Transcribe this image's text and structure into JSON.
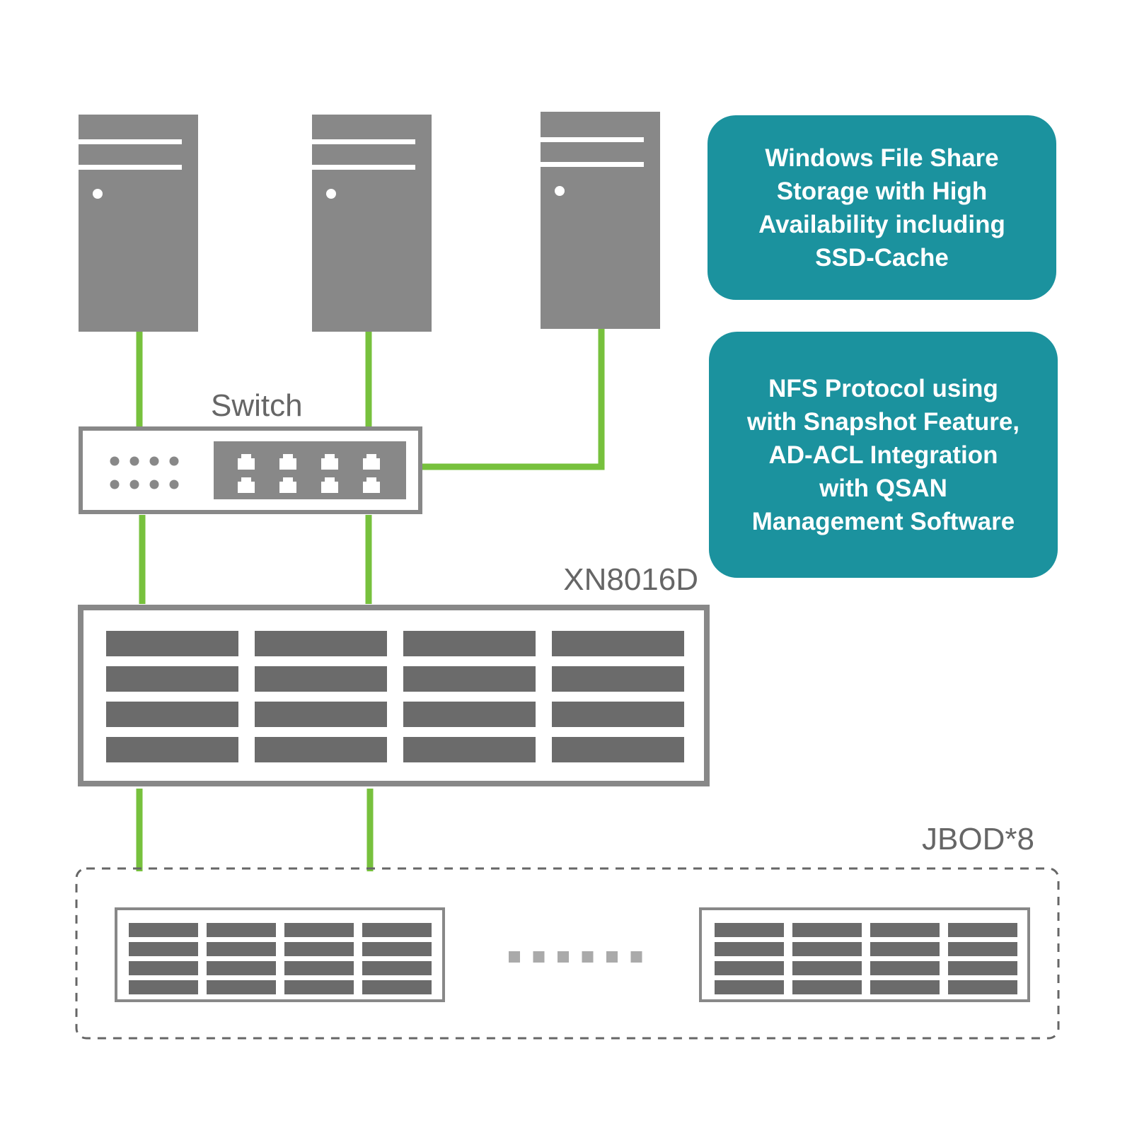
{
  "labels": {
    "switch": "Switch",
    "controller": "XN8016D",
    "jbod": "JBOD*8"
  },
  "info_panels": [
    {
      "lines": [
        "Windows File Share",
        "Storage with High",
        "Availability including",
        "SSD-Cache"
      ]
    },
    {
      "lines": [
        "NFS Protocol using",
        "with Snapshot Feature,",
        "AD-ACL Integration",
        "with QSAN",
        "Management Software"
      ]
    }
  ],
  "colors": {
    "link": "#77c13d",
    "device": "#888888",
    "drive": "#6b6b6b",
    "panel": "#1b929e",
    "panel_text": "#ffffff",
    "label": "#666666"
  }
}
